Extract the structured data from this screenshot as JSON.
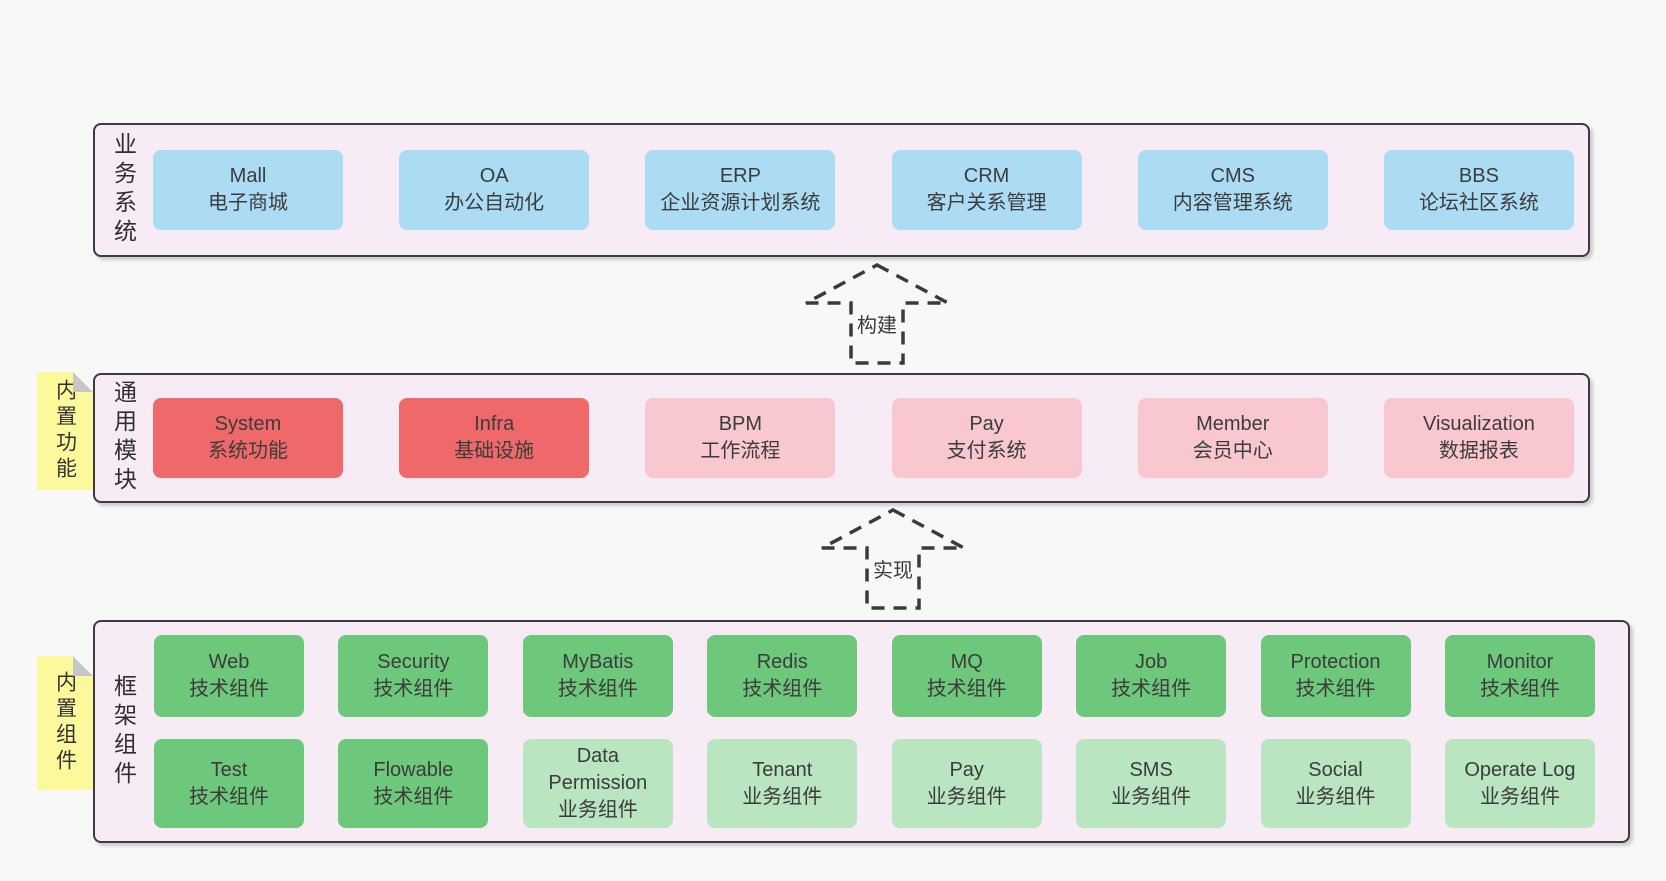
{
  "colors": {
    "page": "#f8f8f8",
    "section": "#f7ecf5",
    "blue": "#abdcf4",
    "red": "#f0696a",
    "pink": "#f9c7d0",
    "green": "#6dc87b",
    "lightgreen": "#b9e5c1",
    "sticky": "#fbf99c"
  },
  "arrows": [
    {
      "label": "构建"
    },
    {
      "label": "实现"
    }
  ],
  "sections": [
    {
      "label": "业务系统",
      "boxes": [
        {
          "name": "Mall",
          "desc": "电子商城"
        },
        {
          "name": "OA",
          "desc": "办公自动化"
        },
        {
          "name": "ERP",
          "desc": "企业资源计划系统"
        },
        {
          "name": "CRM",
          "desc": "客户关系管理"
        },
        {
          "name": "CMS",
          "desc": "内容管理系统"
        },
        {
          "name": "BBS",
          "desc": "论坛社区系统"
        }
      ]
    },
    {
      "label": "通用模块",
      "sticky": "内置功能",
      "boxes": [
        {
          "name": "System",
          "desc": "系统功能"
        },
        {
          "name": "Infra",
          "desc": "基础设施"
        },
        {
          "name": "BPM",
          "desc": "工作流程"
        },
        {
          "name": "Pay",
          "desc": "支付系统"
        },
        {
          "name": "Member",
          "desc": "会员中心"
        },
        {
          "name": "Visualization",
          "desc": "数据报表"
        }
      ]
    },
    {
      "label": "框架组件",
      "sticky": "内置组件",
      "row1": [
        {
          "name": "Web",
          "desc": "技术组件"
        },
        {
          "name": "Security",
          "desc": "技术组件"
        },
        {
          "name": "MyBatis",
          "desc": "技术组件"
        },
        {
          "name": "Redis",
          "desc": "技术组件"
        },
        {
          "name": "MQ",
          "desc": "技术组件"
        },
        {
          "name": "Job",
          "desc": "技术组件"
        },
        {
          "name": "Protection",
          "desc": "技术组件"
        },
        {
          "name": "Monitor",
          "desc": "技术组件"
        }
      ],
      "row2": [
        {
          "name": "Test",
          "desc": "技术组件"
        },
        {
          "name": "Flowable",
          "desc": "技术组件"
        },
        {
          "name": "Data Permission",
          "desc": "业务组件"
        },
        {
          "name": "Tenant",
          "desc": "业务组件"
        },
        {
          "name": "Pay",
          "desc": "业务组件"
        },
        {
          "name": "SMS",
          "desc": "业务组件"
        },
        {
          "name": "Social",
          "desc": "业务组件"
        },
        {
          "name": "Operate Log",
          "desc": "业务组件"
        }
      ]
    }
  ]
}
